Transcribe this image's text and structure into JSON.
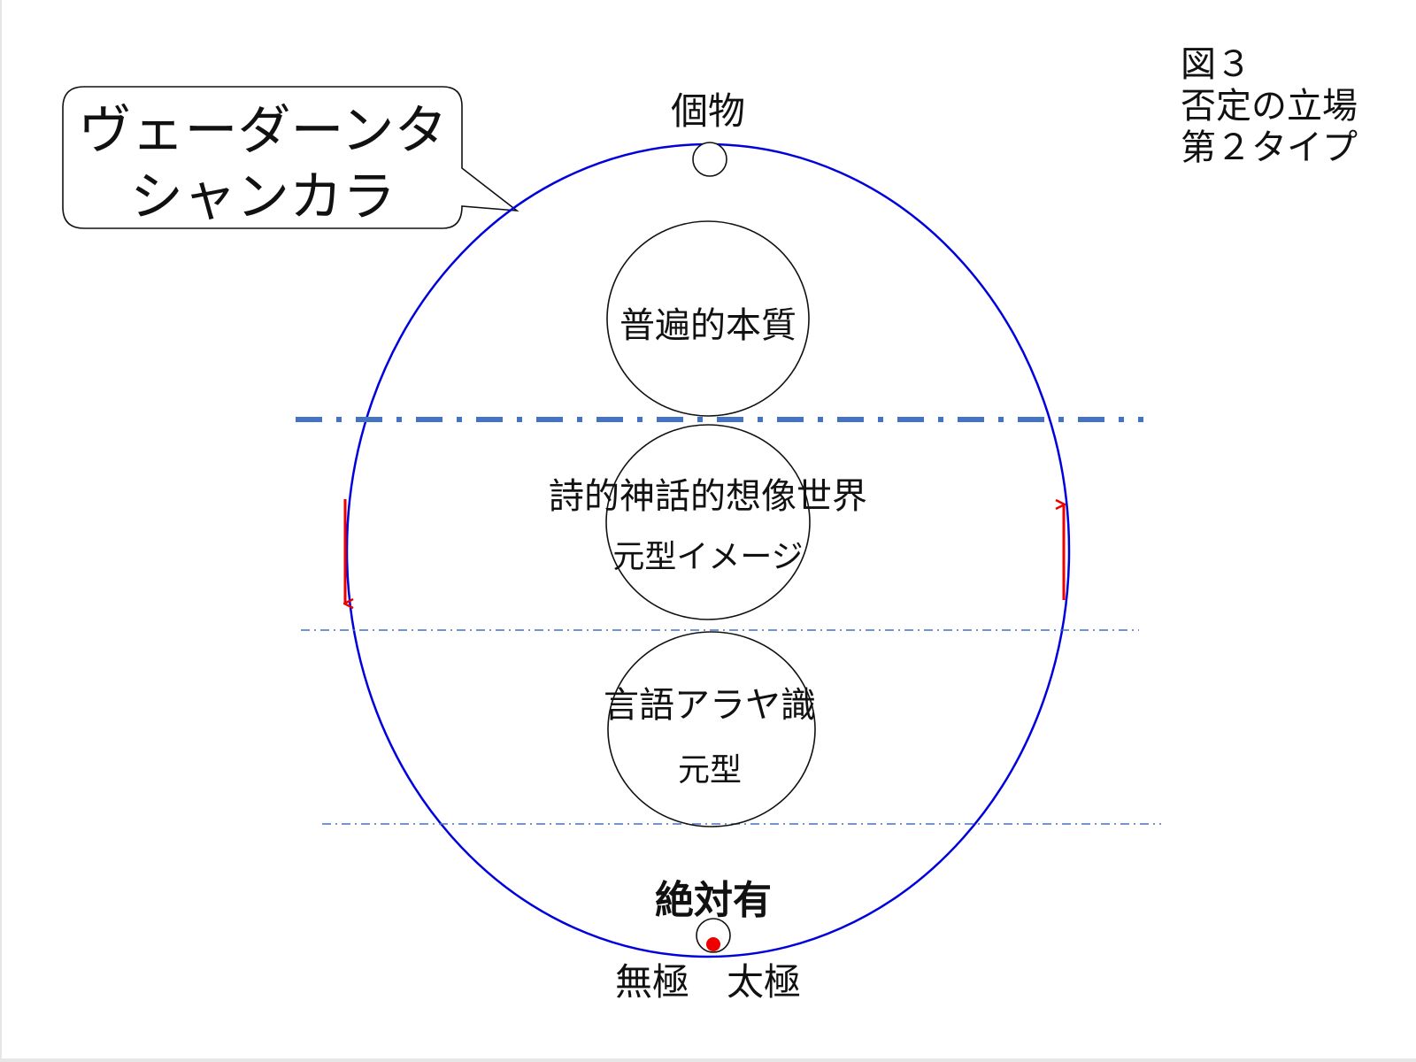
{
  "caption": {
    "line1": "図３",
    "line2": "否定の立場",
    "line3": "第２タイプ"
  },
  "callout": {
    "line1": "ヴェーダーンタ",
    "line2": "シャンカラ"
  },
  "nodes": {
    "top": "個物",
    "essence": "普遍的本質",
    "myth_world": "詩的神話的想像世界",
    "archetype_image": "元型イメージ",
    "language_alaya": "言語アラヤ識",
    "archetype": "元型",
    "absolute_being": "絶対有",
    "bottom": "無極　太極"
  },
  "colors": {
    "outer_circle": "#0000dd",
    "dashed_line": "#4472c4",
    "arrows": "#ee0000",
    "dot": "#ee0000",
    "stroke": "#111111"
  }
}
